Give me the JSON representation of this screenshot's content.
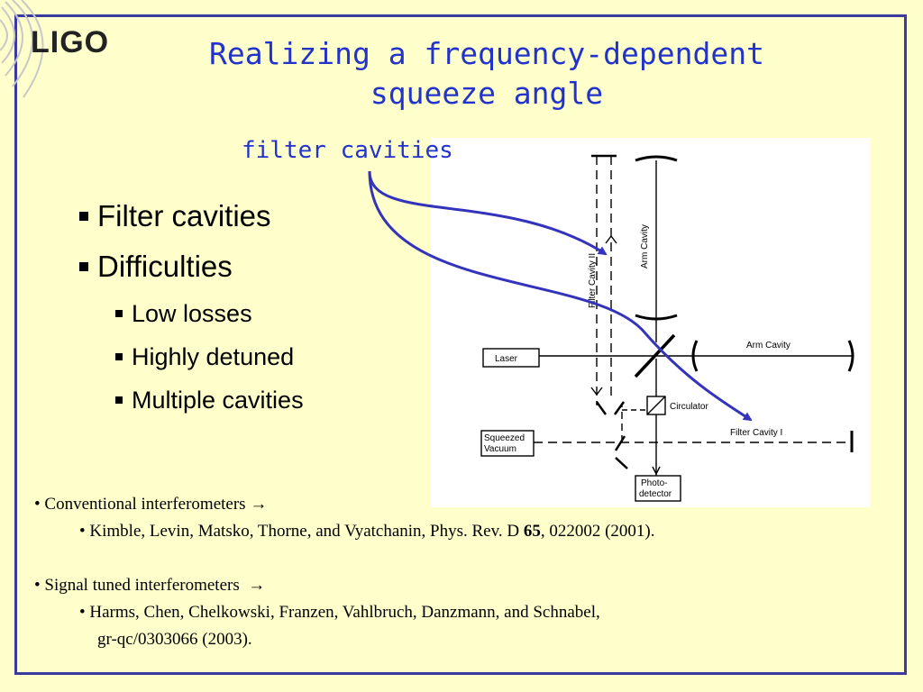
{
  "logo": "LIGO",
  "title_line1": "Realizing a frequency-dependent",
  "title_line2": "squeeze angle",
  "filter_label": "filter cavities",
  "bullets": {
    "filter_cavities": "Filter cavities",
    "difficulties": "Difficulties",
    "low_losses": "Low losses",
    "highly_detuned": "Highly detuned",
    "multiple_cavities": "Multiple cavities"
  },
  "diagram": {
    "arm_cavity_vertical": "Arm Cavity",
    "arm_cavity_horizontal": "Arm Cavity",
    "filter_cavity_2": "Filter Cavity II",
    "filter_cavity_1": "Filter Cavity I",
    "laser": "Laser",
    "circulator": "Circulator",
    "squeezed_line1": "Squeezed",
    "squeezed_line2": "Vacuum",
    "photo_line1": "Photo-",
    "photo_line2": "detector"
  },
  "refs": {
    "conv": "• Conventional interferometers",
    "conv_arrow": "→",
    "kimble_a": "• Kimble, Levin, Matsko, Thorne, and Vyatchanin, Phys. Rev. D ",
    "kimble_vol": "65",
    "kimble_b": ", 022002 (2001).",
    "signal": "• Signal tuned interferometers",
    "signal_arrow": "→",
    "harms_line1": "• Harms, Chen, Chelkowski, Franzen, Vahlbruch, Danzmann, and Schnabel,",
    "harms_line2": "gr-qc/0303066 (2003)."
  },
  "colors": {
    "background": "#ffffcc",
    "border": "#3a3aa0",
    "title": "#2233cc",
    "arrow": "#3333bb"
  }
}
